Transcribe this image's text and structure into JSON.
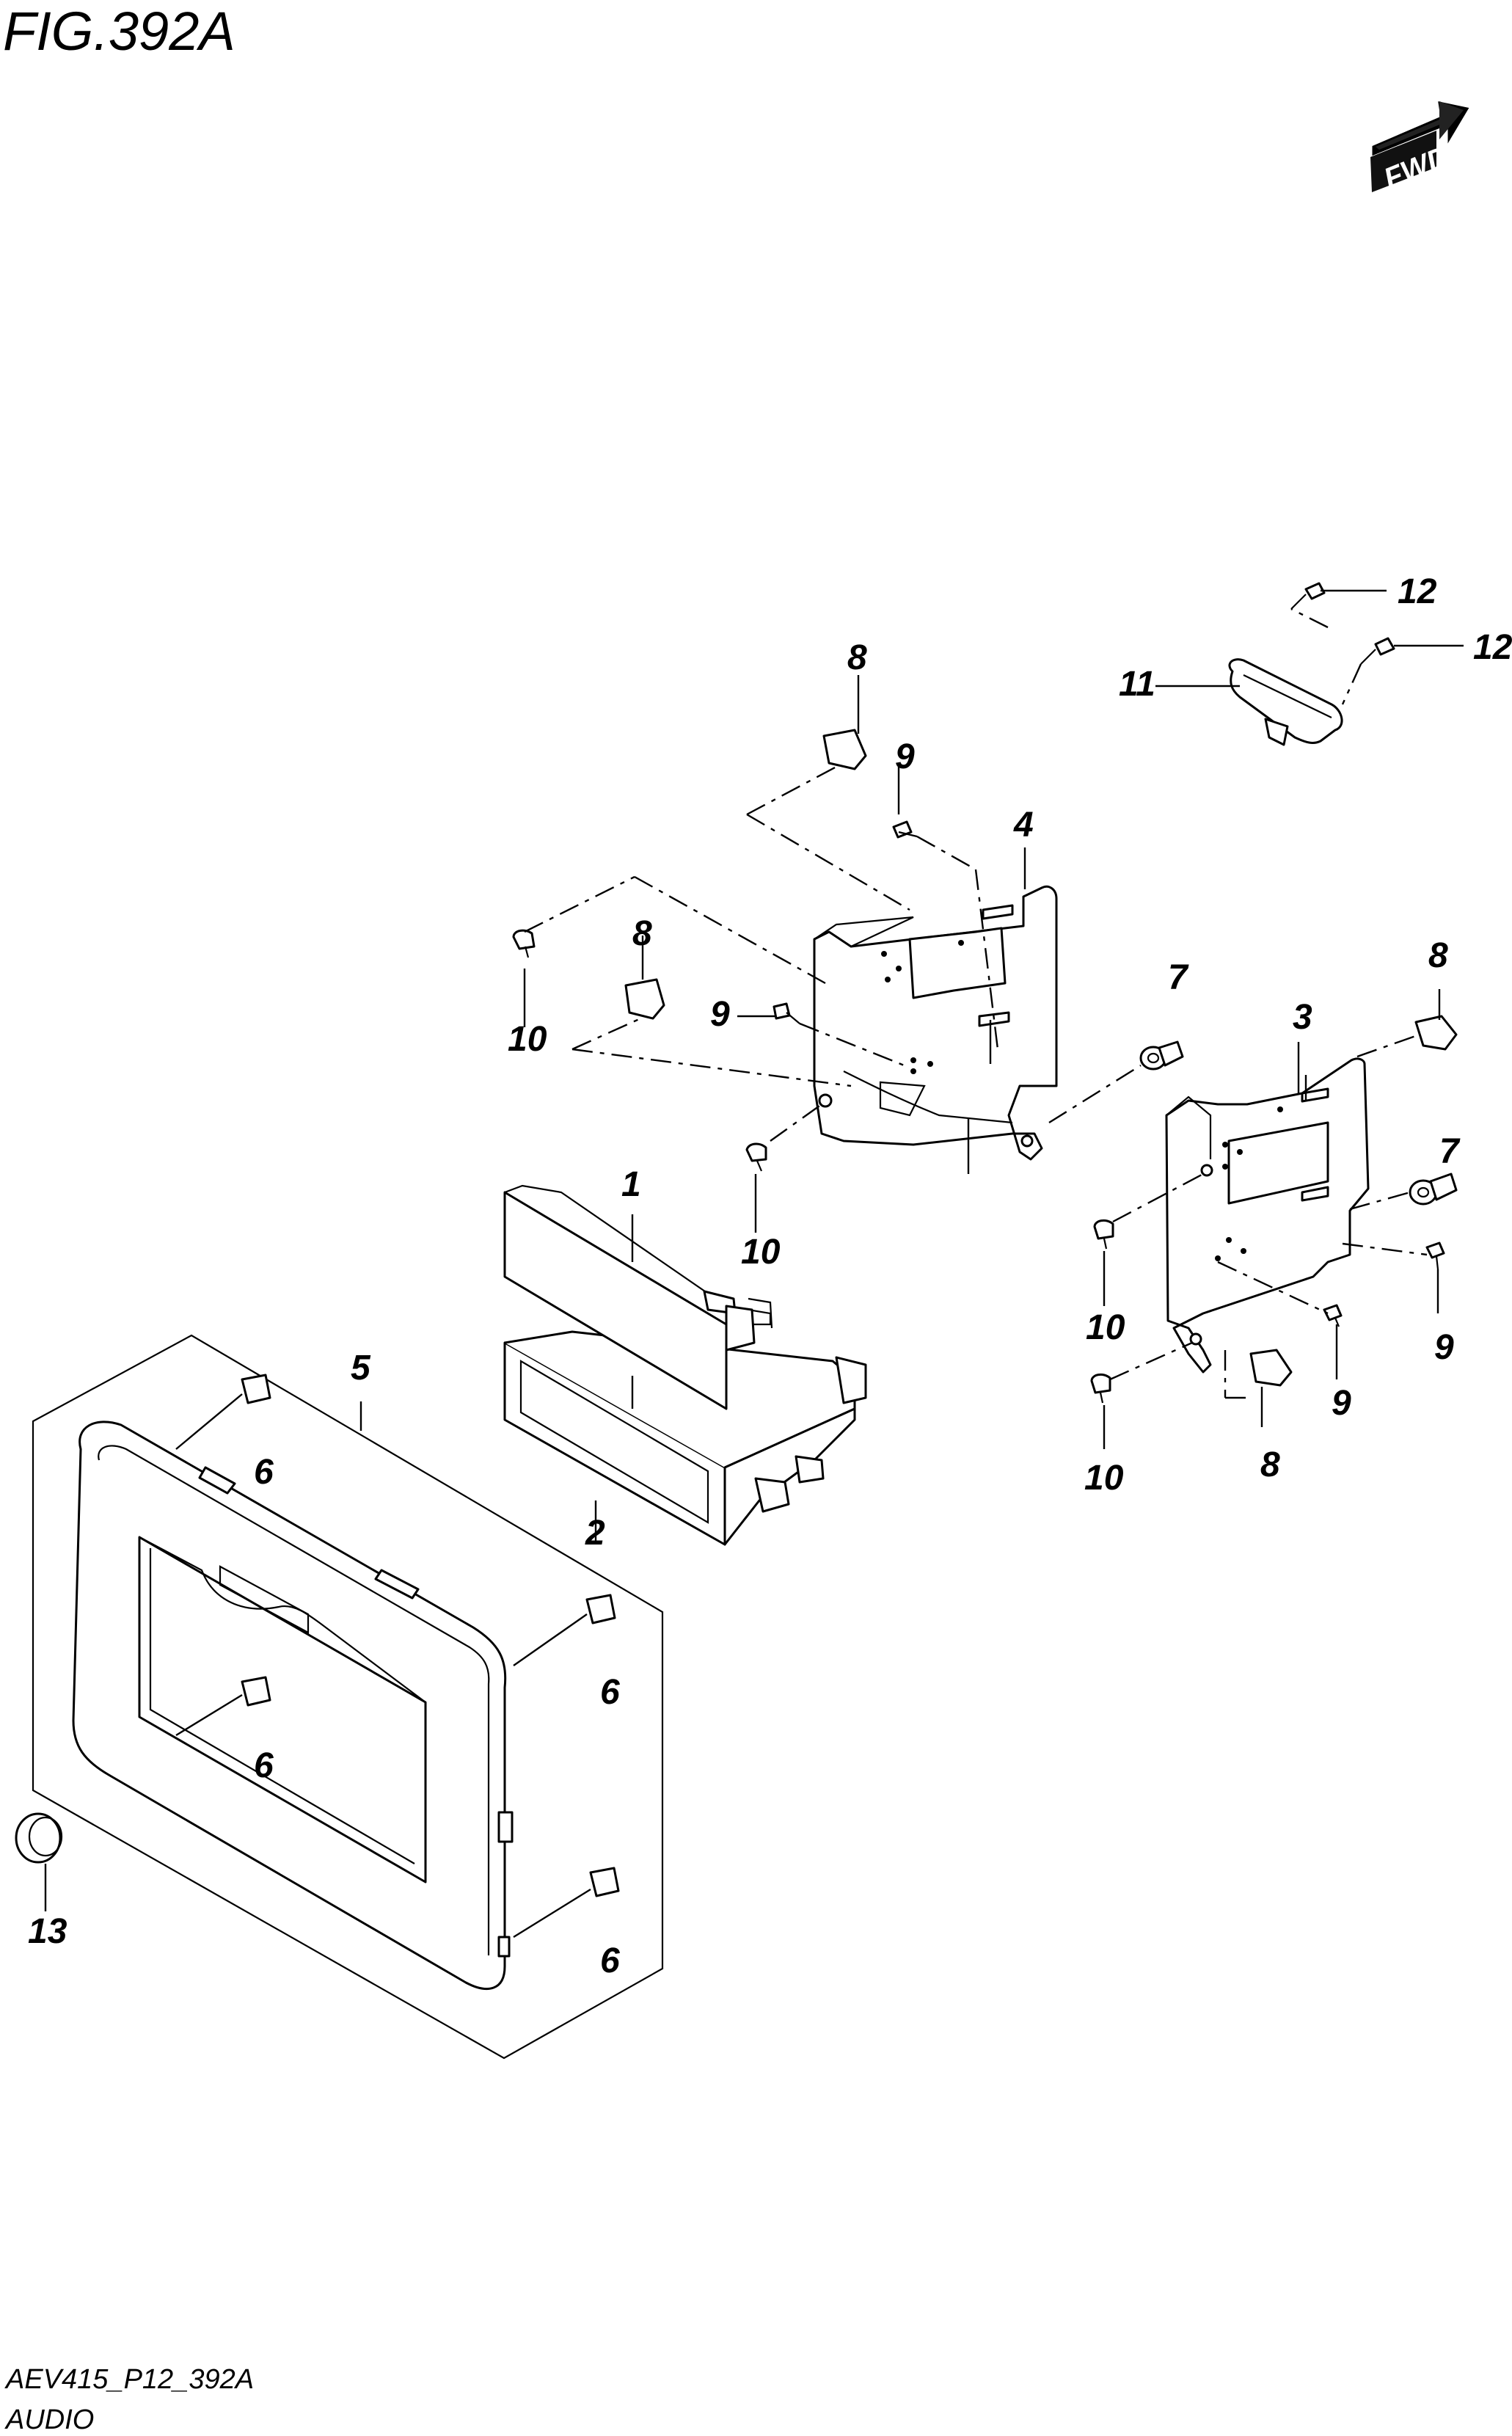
{
  "figure": {
    "title": "FIG.392A",
    "fwd_label": "FWD"
  },
  "callouts": {
    "c1": "1",
    "c2": "2",
    "c3": "3",
    "c4": "4",
    "c5": "5",
    "c6a": "6",
    "c6b": "6",
    "c6c": "6",
    "c6d": "6",
    "c7a": "7",
    "c7b": "7",
    "c8a": "8",
    "c8b": "8",
    "c8c": "8",
    "c8d": "8",
    "c9a": "9",
    "c9b": "9",
    "c9c": "9",
    "c9d": "9",
    "c10a": "10",
    "c10b": "10",
    "c10c": "10",
    "c10d": "10",
    "c11": "11",
    "c12a": "12",
    "c12b": "12",
    "c13": "13"
  },
  "footer": {
    "code": "AEV415_P12_392A",
    "section": "AUDIO"
  },
  "icons": {
    "fwd_arrow": "fwd-arrow-icon",
    "screw": "screw-icon",
    "clip": "clip-icon",
    "nut": "nut-icon",
    "grommet": "grommet-icon"
  }
}
